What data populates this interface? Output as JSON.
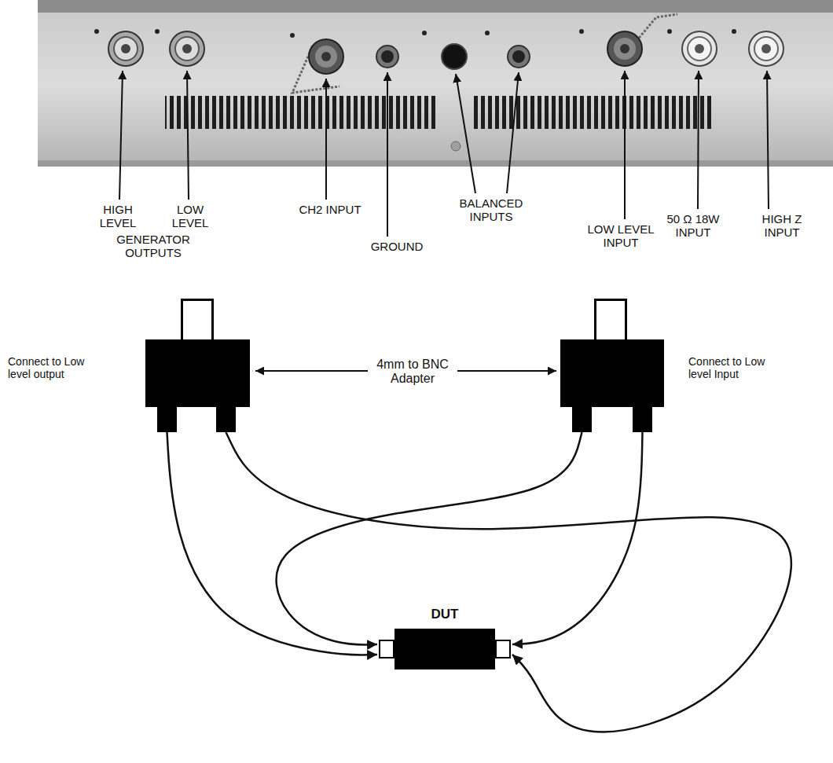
{
  "diagram": {
    "nodes": [
      {
        "text": [
          "Connect to Low level output"
        ]
      },
      {
        "text": [
          "Connect to Low level Input"
        ]
      },
      {
        "text": [
          "DUT"
        ]
      }
    ],
    "edges": [
      {
        "from": 0,
        "to": 2,
        "arrow": "to"
      },
      {
        "from": 0,
        "to": 2,
        "arrow": "to"
      },
      {
        "from": 1,
        "to": 2,
        "arrow": "to"
      },
      {
        "from": 1,
        "to": 2,
        "arrow": "to"
      }
    ],
    "labels": [
      "HIGH LEVEL",
      "LOW LEVEL",
      "GENERATOR OUTPUTS",
      "CH2 INPUT",
      "GROUND",
      "BALANCED INPUTS",
      "LOW LEVEL INPUT",
      "50 Ω 18W INPUT",
      "HIGH Z INPUT",
      "4mm to BNC Adapter"
    ]
  }
}
